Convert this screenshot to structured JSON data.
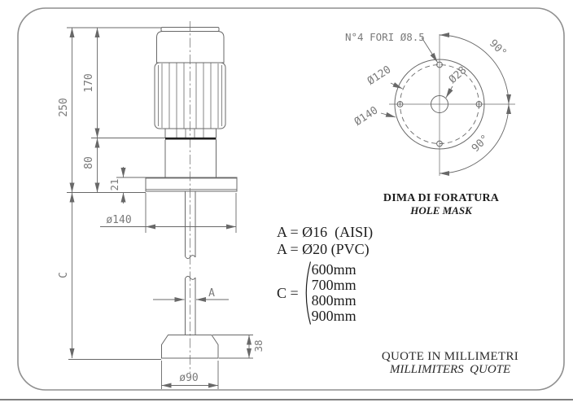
{
  "side": {
    "dim_overall": "250",
    "dim_motor": "170",
    "dim_lower": "80",
    "dim_flange_thickness": "21",
    "dim_flange_dia": "ø140",
    "dim_shaft": "A",
    "dim_base_height": "38",
    "dim_base_dia": "ø90",
    "dim_length": "C"
  },
  "mask": {
    "note_holes": "N°4 FORI Ø8.5",
    "dia_bolt_circle": "Ø120",
    "dia_outer": "Ø140",
    "dia_center": "Ø28",
    "angle_upper": "90°",
    "angle_lower": "90°",
    "caption_it": "DIMA DI FORATURA",
    "caption_en": "HOLE MASK"
  },
  "specs": {
    "a_aisi": "A = Ø16  (AISI)",
    "a_pvc": "A = Ø20 (PVC)",
    "c_label": "C =",
    "c_options": [
      "600mm",
      "700mm",
      "800mm",
      "900mm"
    ]
  },
  "footer": {
    "note_it": "QUOTE IN MILLIMETRI",
    "note_en": "MILLIMITERS  QUOTE"
  },
  "colors": {
    "line": "#686868",
    "dim_text": "#7a7a7a",
    "accent_black": "#1f1f1f",
    "border": "#8f8f8f",
    "text": "#1d1d1d"
  }
}
